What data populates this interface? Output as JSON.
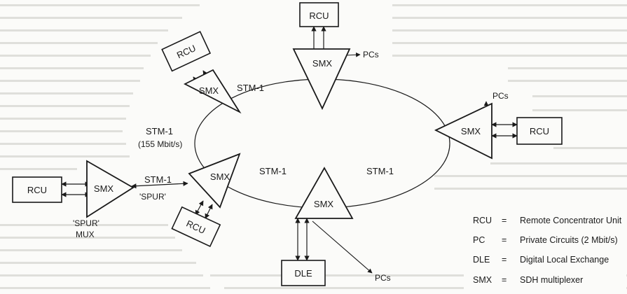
{
  "nodes": {
    "rcu_top": "RCU",
    "rcu_upper_left": "RCU",
    "rcu_right": "RCU",
    "rcu_spur": "RCU",
    "rcu_lower": "RCU",
    "smx_top": "SMX",
    "smx_upper_left": "SMX",
    "smx_right": "SMX",
    "smx_lower_left": "SMX",
    "smx_bottom": "SMX",
    "smx_spur": "SMX",
    "dle": "DLE"
  },
  "pcs": {
    "top_left": "PCs",
    "top_right": "PCs",
    "bottom": "PCs"
  },
  "links": {
    "stm1_top": "STM-1",
    "stm1_left": "STM-1",
    "stm1_left_rate": "(155 Mbit/s)",
    "stm1_lower": "STM-1",
    "stm1_lower_right": "STM-1",
    "stm1_spur": "STM-1",
    "spur_tag": "'SPUR'",
    "spur_mux_tag": "'SPUR'",
    "spur_mux_tag2": "MUX"
  },
  "legend": [
    {
      "key": "RCU",
      "eq": "=",
      "value": "Remote Concentrator Unit"
    },
    {
      "key": "PC",
      "eq": "=",
      "value": "Private Circuits (2 Mbit/s)"
    },
    {
      "key": "DLE",
      "eq": "=",
      "value": "Digital Local Exchange"
    },
    {
      "key": "SMX",
      "eq": "=",
      "value": "SDH multiplexer"
    }
  ],
  "colors": {
    "ink": "#1a1a1a",
    "paper": "#fbfbf9",
    "faded_text": "#a8a8a2"
  }
}
